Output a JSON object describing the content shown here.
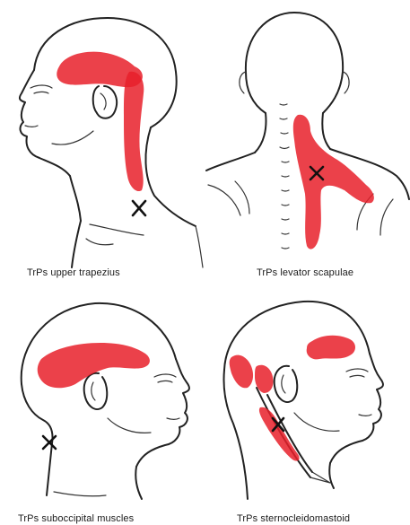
{
  "panels": [
    {
      "caption": "TrPs upper trapezius",
      "view": "left-lateral",
      "trigger_point": true
    },
    {
      "caption": "TrPs levator scapulae",
      "view": "posterior",
      "trigger_point": true
    },
    {
      "caption": "TrPs suboccipital muscles",
      "view": "right-lateral",
      "trigger_point": true
    },
    {
      "caption": "TrPs sternocleidomastoid",
      "view": "right-lateral-oblique",
      "trigger_point": true
    }
  ],
  "colors": {
    "pain_referral": "#e8202a",
    "outline": "#222222",
    "background": "#ffffff"
  },
  "icons": {
    "trigger_point_marker": "x-mark"
  }
}
